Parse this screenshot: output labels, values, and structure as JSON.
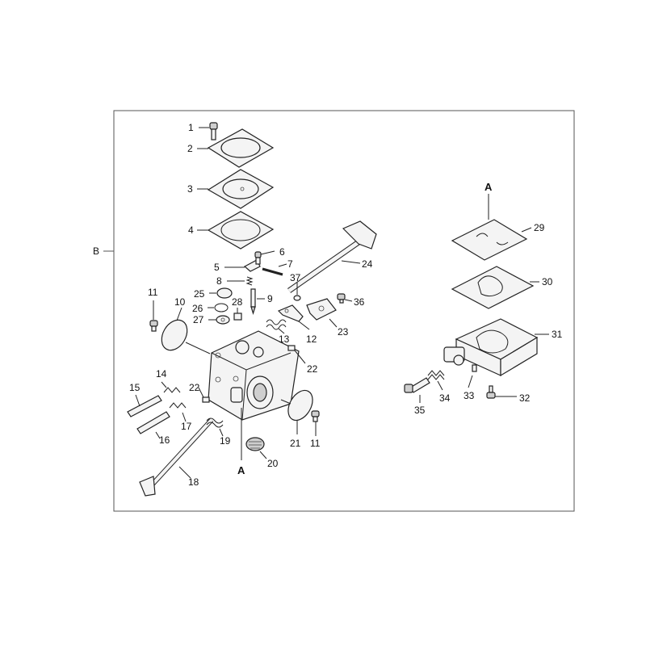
{
  "side_marker": "B",
  "section_markers": {
    "main_a": "A",
    "side_a": "A"
  },
  "parts": {
    "p1": "1",
    "p2": "2",
    "p3": "3",
    "p4": "4",
    "p5": "5",
    "p6": "6",
    "p7": "7",
    "p8": "8",
    "p9": "9",
    "p10": "10",
    "p11a": "11",
    "p11b": "11",
    "p12": "12",
    "p13": "13",
    "p14": "14",
    "p15": "15",
    "p16": "16",
    "p17": "17",
    "p18": "18",
    "p19": "19",
    "p20": "20",
    "p21": "21",
    "p22a": "22",
    "p22b": "22",
    "p23": "23",
    "p24": "24",
    "p25": "25",
    "p26": "26",
    "p27": "27",
    "p28": "28",
    "p29": "29",
    "p30": "30",
    "p31": "31",
    "p32": "32",
    "p33": "33",
    "p34": "34",
    "p35": "35",
    "p36": "36",
    "p37": "37"
  }
}
